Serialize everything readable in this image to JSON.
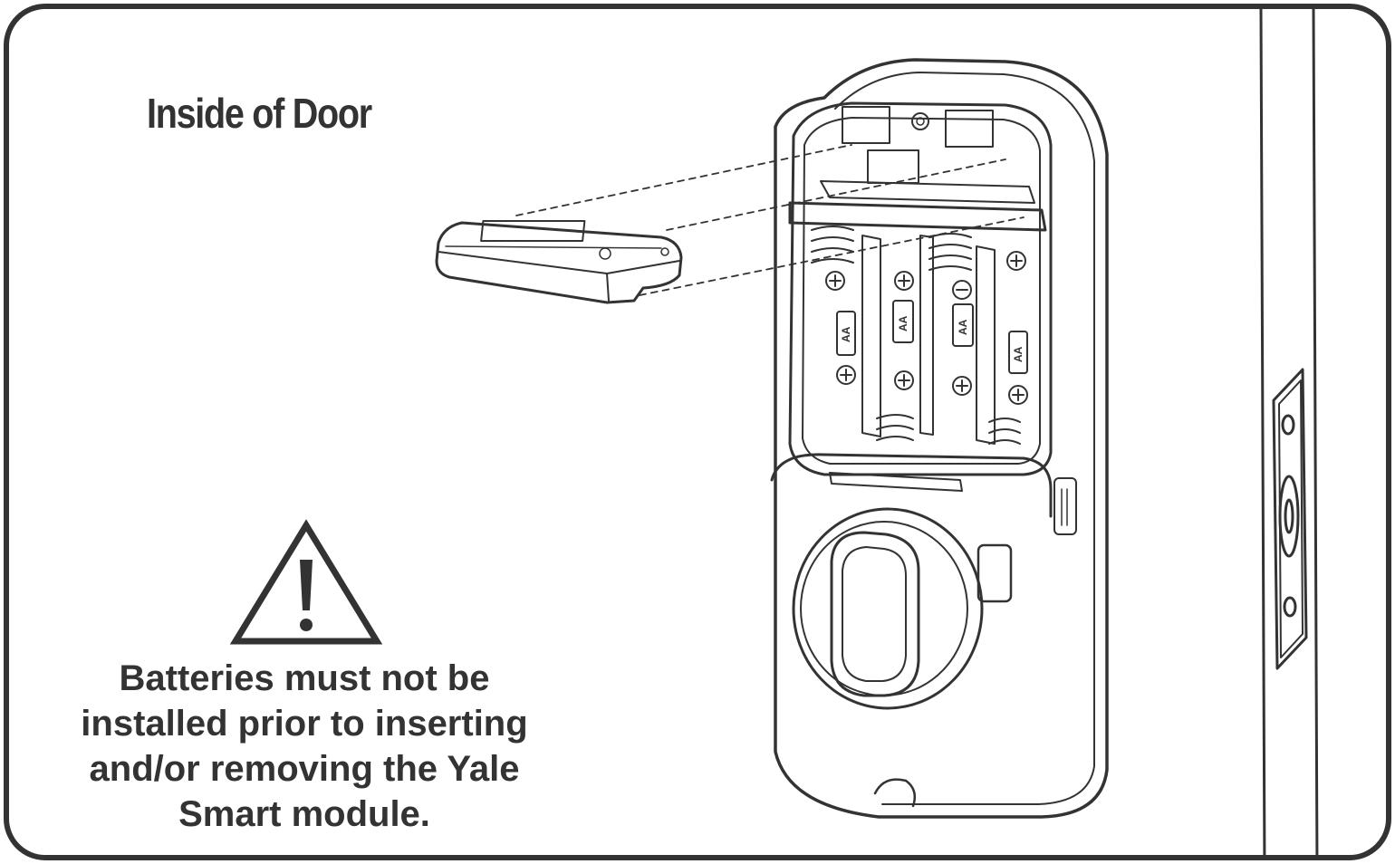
{
  "title": "Inside of Door",
  "warning": {
    "icon": "warning-triangle-icon",
    "text_lines": [
      "Batteries must not be",
      "installed prior to inserting",
      "and/or removing the Yale",
      "Smart module."
    ]
  },
  "battery_labels": [
    "AA",
    "AA",
    "AA",
    "AA"
  ],
  "colors": {
    "line": "#333333",
    "background": "#ffffff"
  }
}
